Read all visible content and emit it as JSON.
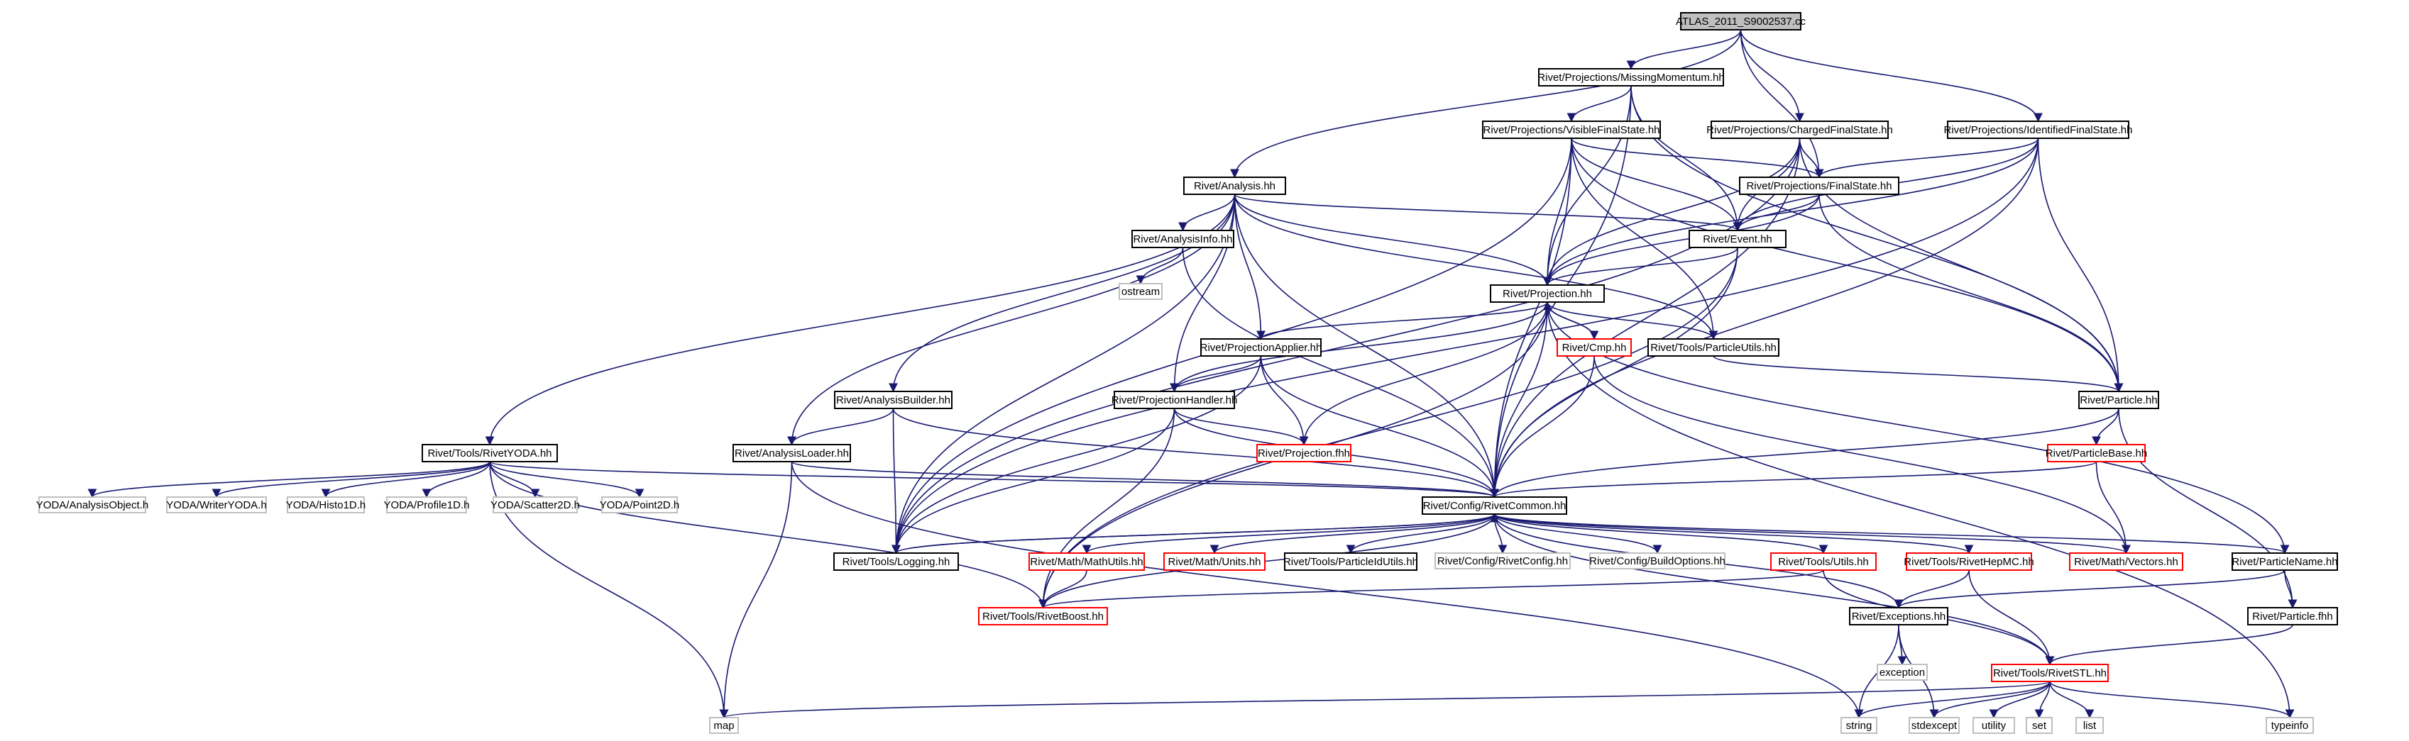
{
  "graph": {
    "colors": {
      "edge": "#191970",
      "root_fill": "#bfbfbf",
      "normal_border": "#000000",
      "truncated_border": "#ff0000",
      "external_border": "#bfbfbf",
      "text": "#000000"
    },
    "nodes": {
      "root": {
        "label": "ATLAS_2011_S9002537.cc",
        "style": "root"
      },
      "mm": {
        "label": "Rivet/Projections/MissingMomentum.hh",
        "style": "normal"
      },
      "vfs": {
        "label": "Rivet/Projections/VisibleFinalState.hh",
        "style": "normal"
      },
      "cfs": {
        "label": "Rivet/Projections/ChargedFinalState.hh",
        "style": "normal"
      },
      "ifs": {
        "label": "Rivet/Projections/IdentifiedFinalState.hh",
        "style": "normal"
      },
      "fs": {
        "label": "Rivet/Projections/FinalState.hh",
        "style": "normal"
      },
      "ana": {
        "label": "Rivet/Analysis.hh",
        "style": "normal"
      },
      "ainfo": {
        "label": "Rivet/AnalysisInfo.hh",
        "style": "normal"
      },
      "ostream": {
        "label": "ostream",
        "style": "external"
      },
      "evt": {
        "label": "Rivet/Event.hh",
        "style": "normal"
      },
      "proj": {
        "label": "Rivet/Projection.hh",
        "style": "normal"
      },
      "cmp": {
        "label": "Rivet/Cmp.hh",
        "style": "truncated"
      },
      "putils": {
        "label": "Rivet/Tools/ParticleUtils.hh",
        "style": "normal"
      },
      "papp": {
        "label": "Rivet/ProjectionApplier.hh",
        "style": "normal"
      },
      "phand": {
        "label": "Rivet/ProjectionHandler.hh",
        "style": "normal"
      },
      "pfhh": {
        "label": "Rivet/Projection.fhh",
        "style": "truncated"
      },
      "abuild": {
        "label": "Rivet/AnalysisBuilder.hh",
        "style": "normal"
      },
      "aload": {
        "label": "Rivet/AnalysisLoader.hh",
        "style": "normal"
      },
      "particle": {
        "label": "Rivet/Particle.hh",
        "style": "normal"
      },
      "pbase": {
        "label": "Rivet/ParticleBase.hh",
        "style": "truncated"
      },
      "ryoda": {
        "label": "Rivet/Tools/RivetYODA.hh",
        "style": "normal"
      },
      "yao": {
        "label": "YODA/AnalysisObject.h",
        "style": "external"
      },
      "ywy": {
        "label": "YODA/WriterYODA.h",
        "style": "external"
      },
      "yh1": {
        "label": "YODA/Histo1D.h",
        "style": "external"
      },
      "yp1": {
        "label": "YODA/Profile1D.h",
        "style": "external"
      },
      "ys2": {
        "label": "YODA/Scatter2D.h",
        "style": "external"
      },
      "yp2": {
        "label": "YODA/Point2D.h",
        "style": "external"
      },
      "rc": {
        "label": "Rivet/Config/RivetCommon.hh",
        "style": "normal"
      },
      "log": {
        "label": "Rivet/Tools/Logging.hh",
        "style": "normal"
      },
      "mathu": {
        "label": "Rivet/Math/MathUtils.hh",
        "style": "truncated"
      },
      "units": {
        "label": "Rivet/Math/Units.hh",
        "style": "truncated"
      },
      "pidu": {
        "label": "Rivet/Tools/ParticleIdUtils.hh",
        "style": "normal"
      },
      "rconf": {
        "label": "Rivet/Config/RivetConfig.hh",
        "style": "external"
      },
      "bopt": {
        "label": "Rivet/Config/BuildOptions.hh",
        "style": "external"
      },
      "tutils": {
        "label": "Rivet/Tools/Utils.hh",
        "style": "truncated"
      },
      "hepmc": {
        "label": "Rivet/Tools/RivetHepMC.hh",
        "style": "truncated"
      },
      "vectors": {
        "label": "Rivet/Math/Vectors.hh",
        "style": "truncated"
      },
      "pname": {
        "label": "Rivet/ParticleName.hh",
        "style": "normal"
      },
      "boost": {
        "label": "Rivet/Tools/RivetBoost.hh",
        "style": "truncated"
      },
      "exc": {
        "label": "Rivet/Exceptions.hh",
        "style": "normal"
      },
      "pfwd": {
        "label": "Rivet/Particle.fhh",
        "style": "normal"
      },
      "exception": {
        "label": "exception",
        "style": "external"
      },
      "stl": {
        "label": "Rivet/Tools/RivetSTL.hh",
        "style": "truncated"
      },
      "map": {
        "label": "map",
        "style": "external"
      },
      "string": {
        "label": "string",
        "style": "external"
      },
      "stdexcept": {
        "label": "stdexcept",
        "style": "external"
      },
      "utility": {
        "label": "utility",
        "style": "external"
      },
      "set": {
        "label": "set",
        "style": "external"
      },
      "list": {
        "label": "list",
        "style": "external"
      },
      "typeinfo": {
        "label": "typeinfo",
        "style": "external"
      }
    },
    "edges": [
      [
        "root",
        "mm"
      ],
      [
        "root",
        "cfs"
      ],
      [
        "root",
        "ifs"
      ],
      [
        "root",
        "ana"
      ],
      [
        "root",
        "fs"
      ],
      [
        "mm",
        "vfs"
      ],
      [
        "mm",
        "proj"
      ],
      [
        "mm",
        "evt"
      ],
      [
        "mm",
        "rc"
      ],
      [
        "mm",
        "particle"
      ],
      [
        "vfs",
        "fs"
      ],
      [
        "vfs",
        "evt"
      ],
      [
        "vfs",
        "proj"
      ],
      [
        "vfs",
        "rc"
      ],
      [
        "vfs",
        "particle"
      ],
      [
        "vfs",
        "log"
      ],
      [
        "vfs",
        "putils"
      ],
      [
        "cfs",
        "fs"
      ],
      [
        "cfs",
        "evt"
      ],
      [
        "cfs",
        "proj"
      ],
      [
        "cfs",
        "rc"
      ],
      [
        "cfs",
        "particle"
      ],
      [
        "cfs",
        "log"
      ],
      [
        "ifs",
        "fs"
      ],
      [
        "ifs",
        "evt"
      ],
      [
        "ifs",
        "proj"
      ],
      [
        "ifs",
        "rc"
      ],
      [
        "ifs",
        "particle"
      ],
      [
        "ifs",
        "log"
      ],
      [
        "fs",
        "evt"
      ],
      [
        "fs",
        "proj"
      ],
      [
        "fs",
        "particle"
      ],
      [
        "ana",
        "ainfo"
      ],
      [
        "ana",
        "evt"
      ],
      [
        "ana",
        "proj"
      ],
      [
        "ana",
        "papp"
      ],
      [
        "ana",
        "phand"
      ],
      [
        "ana",
        "abuild"
      ],
      [
        "ana",
        "aload"
      ],
      [
        "ana",
        "ryoda"
      ],
      [
        "ana",
        "rc"
      ],
      [
        "ana",
        "log"
      ],
      [
        "ana",
        "putils"
      ],
      [
        "ainfo",
        "ostream"
      ],
      [
        "ainfo",
        "rc"
      ],
      [
        "evt",
        "proj"
      ],
      [
        "evt",
        "rc"
      ],
      [
        "evt",
        "boost"
      ],
      [
        "proj",
        "cmp"
      ],
      [
        "proj",
        "putils"
      ],
      [
        "proj",
        "papp"
      ],
      [
        "proj",
        "phand"
      ],
      [
        "proj",
        "pfhh"
      ],
      [
        "proj",
        "rc"
      ],
      [
        "proj",
        "boost"
      ],
      [
        "proj",
        "pname"
      ],
      [
        "proj",
        "typeinfo"
      ],
      [
        "cmp",
        "proj"
      ],
      [
        "cmp",
        "rc"
      ],
      [
        "cmp",
        "vectors"
      ],
      [
        "putils",
        "particle"
      ],
      [
        "papp",
        "phand"
      ],
      [
        "papp",
        "pfhh"
      ],
      [
        "papp",
        "rc"
      ],
      [
        "papp",
        "log"
      ],
      [
        "phand",
        "pfhh"
      ],
      [
        "phand",
        "rc"
      ],
      [
        "phand",
        "log"
      ],
      [
        "phand",
        "boost"
      ],
      [
        "abuild",
        "aload"
      ],
      [
        "abuild",
        "log"
      ],
      [
        "abuild",
        "rc"
      ],
      [
        "aload",
        "rc"
      ],
      [
        "aload",
        "map"
      ],
      [
        "aload",
        "string"
      ],
      [
        "particle",
        "pbase"
      ],
      [
        "particle",
        "rc"
      ],
      [
        "particle",
        "pfwd"
      ],
      [
        "pbase",
        "rc"
      ],
      [
        "pbase",
        "vectors"
      ],
      [
        "ryoda",
        "rc"
      ],
      [
        "ryoda",
        "yao"
      ],
      [
        "ryoda",
        "ywy"
      ],
      [
        "ryoda",
        "yh1"
      ],
      [
        "ryoda",
        "yp1"
      ],
      [
        "ryoda",
        "ys2"
      ],
      [
        "ryoda",
        "yp2"
      ],
      [
        "ryoda",
        "boost"
      ],
      [
        "ryoda",
        "map"
      ],
      [
        "rc",
        "log"
      ],
      [
        "rc",
        "mathu"
      ],
      [
        "rc",
        "units"
      ],
      [
        "rc",
        "pidu"
      ],
      [
        "rc",
        "rconf"
      ],
      [
        "rc",
        "bopt"
      ],
      [
        "rc",
        "tutils"
      ],
      [
        "rc",
        "hepmc"
      ],
      [
        "rc",
        "vectors"
      ],
      [
        "rc",
        "pname"
      ],
      [
        "rc",
        "exc"
      ],
      [
        "rc",
        "stl"
      ],
      [
        "rc",
        "boost"
      ],
      [
        "log",
        "rc"
      ],
      [
        "mathu",
        "boost"
      ],
      [
        "tutils",
        "boost"
      ],
      [
        "tutils",
        "stl"
      ],
      [
        "hepmc",
        "exc"
      ],
      [
        "hepmc",
        "stl"
      ],
      [
        "pname",
        "exc"
      ],
      [
        "pname",
        "pfwd"
      ],
      [
        "exc",
        "exception"
      ],
      [
        "exc",
        "string"
      ],
      [
        "exc",
        "stdexcept"
      ],
      [
        "pfwd",
        "stl"
      ],
      [
        "stl",
        "map"
      ],
      [
        "stl",
        "string"
      ],
      [
        "stl",
        "stdexcept"
      ],
      [
        "stl",
        "utility"
      ],
      [
        "stl",
        "set"
      ],
      [
        "stl",
        "list"
      ],
      [
        "stl",
        "typeinfo"
      ]
    ]
  }
}
